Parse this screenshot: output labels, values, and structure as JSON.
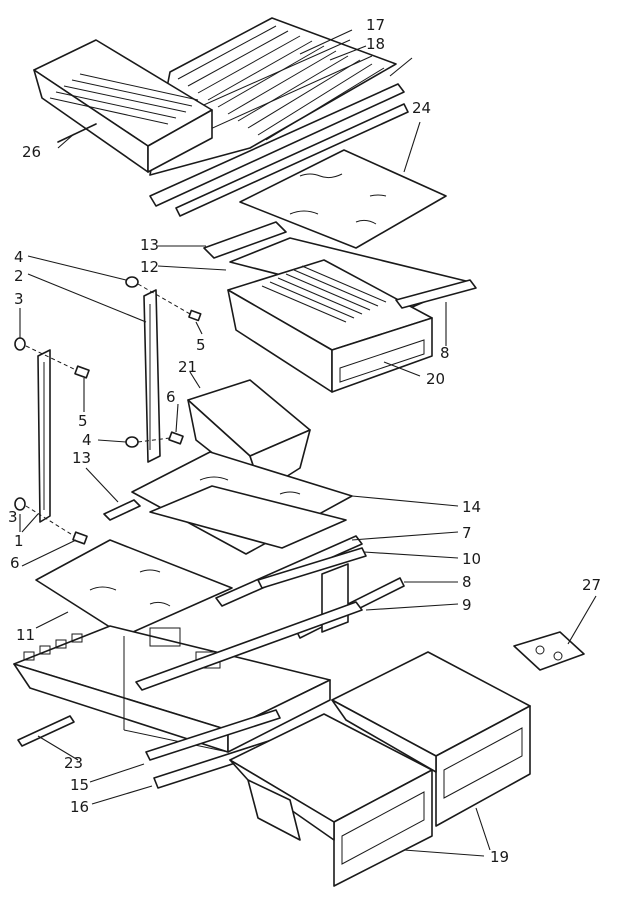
{
  "callouts": {
    "c17": "17",
    "c18": "18",
    "c24": "24",
    "c26": "26",
    "c13a": "13",
    "c12": "12",
    "c4a": "4",
    "c2": "2",
    "c3a": "3",
    "c5a": "5",
    "c5b": "5",
    "c8a": "8",
    "c21": "21",
    "c6a": "6",
    "c20": "20",
    "c4b": "4",
    "c13b": "13",
    "c14": "14",
    "c7": "7",
    "c3b": "3",
    "c1": "1",
    "c10": "10",
    "c6b": "6",
    "c8b": "8",
    "c27": "27",
    "c9": "9",
    "c11": "11",
    "c23": "23",
    "c15": "15",
    "c16": "16",
    "c19": "19"
  }
}
